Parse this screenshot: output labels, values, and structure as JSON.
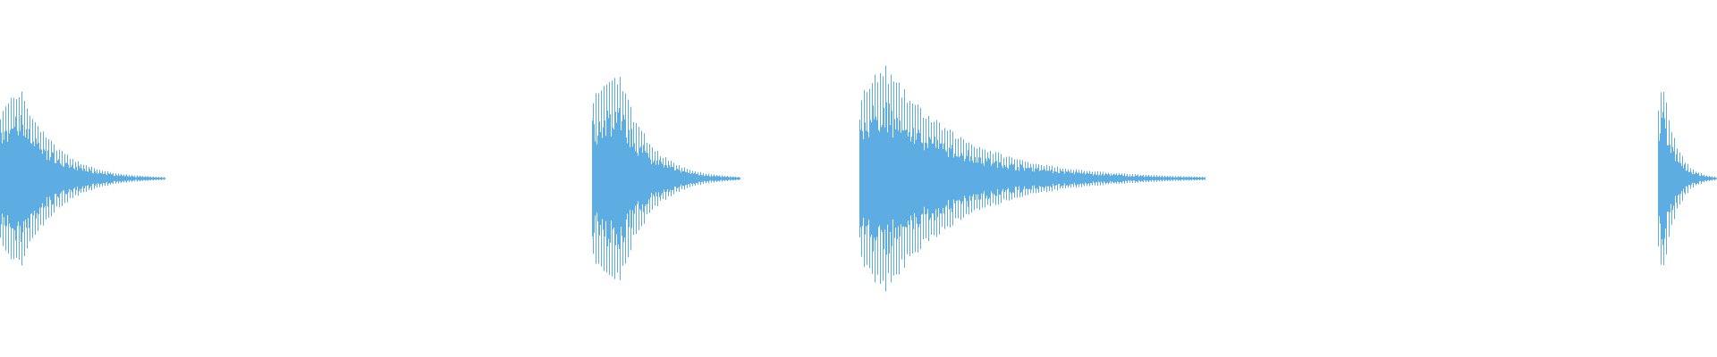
{
  "chart_data": {
    "type": "waveform",
    "title": "",
    "xlabel": "",
    "ylabel": "",
    "axes_visible": false,
    "grid": false,
    "color": "#5dade2",
    "ylim": [
      -1,
      1
    ],
    "xlim": [
      0,
      1
    ],
    "bursts": [
      {
        "onset": 0.0,
        "end": 0.096,
        "peak": 0.52,
        "peak_at": 0.012
      },
      {
        "onset": 0.345,
        "end": 0.431,
        "peak": 0.62,
        "peak_at": 0.36
      },
      {
        "onset": 0.501,
        "end": 0.702,
        "peak": 0.65,
        "peak_at": 0.515
      },
      {
        "onset": 0.966,
        "end": 1.0,
        "peak": 0.58,
        "peak_at": 0.968
      }
    ]
  }
}
